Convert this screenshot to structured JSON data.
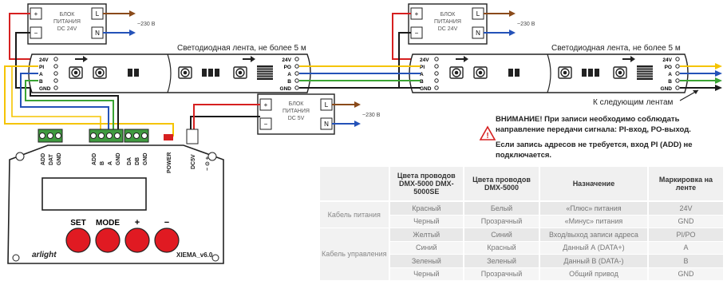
{
  "psu1": {
    "title": "БЛОК\nПИТАНИЯ\nDC 24V",
    "l": "L",
    "n": "N",
    "mains": "~230 В"
  },
  "psu2": {
    "title": "БЛОК\nПИТАНИЯ\nDC 24V",
    "l": "L",
    "n": "N",
    "mains": "~230 В"
  },
  "psu3": {
    "title": "БЛОК\nПИТАНИЯ\nDC 5V",
    "l": "L",
    "n": "N",
    "mains": "~230 В"
  },
  "psu_plus": "+",
  "psu_minus": "−",
  "strip_label": "Светодиодная лента, не более 5 м",
  "strip_in_pins": [
    "24V",
    "PI",
    "A",
    "B",
    "GND"
  ],
  "strip_out_pins": [
    "24V",
    "PO",
    "A",
    "B",
    "GND"
  ],
  "next_strips": "К следующим лентам",
  "controller": {
    "terminals": [
      "ADD",
      "DAT",
      "GND",
      "ADD",
      "B",
      "A",
      "GND",
      "DA",
      "DB",
      "GND",
      "POWER",
      "DC5V"
    ],
    "polarity": "− ⊙ +",
    "buttons": [
      "SET",
      "MODE",
      "+",
      "−"
    ],
    "brand": "arlight",
    "model": "XIEMA_v6.0"
  },
  "warning": {
    "line1": "ВНИМАНИЕ! При записи необходимо соблюдать направление передачи сигнала: PI-вход, PO-выход.",
    "line2": "Если запись адресов не требуется, вход PI (ADD) не подключается."
  },
  "table": {
    "headers": [
      "",
      "Цвета проводов DMX-5000 DMX-5000SE",
      "Цвета проводов DMX-5000",
      "Назначение",
      "Маркировка на ленте"
    ],
    "group1": "Кабель питания",
    "group2": "Кабель управления",
    "rows": [
      [
        "Красный",
        "Белый",
        "«Плюс» питания",
        "24V"
      ],
      [
        "Черный",
        "Прозрачный",
        "«Минус» питания",
        "GND"
      ],
      [
        "Желтый",
        "Синий",
        "Вход/выход записи адреса",
        "PI/PO"
      ],
      [
        "Синий",
        "Красный",
        "Данный А (DATA+)",
        "A"
      ],
      [
        "Зеленый",
        "Зеленый",
        "Данный В (DATA-)",
        "B"
      ],
      [
        "Черный",
        "Прозрачный",
        "Общий привод",
        "GND"
      ]
    ]
  },
  "colors": {
    "wire_black": "#1a1a1a",
    "wire_yellow": "#f5c400",
    "wire_blue": "#2452b8",
    "wire_green": "#3aa334",
    "wire_brown": "#8a4a1a",
    "wire_red": "#d62020",
    "terminal_green": "#3f9a3f",
    "button_red": "#e01a22",
    "warning_red": "#d62020"
  }
}
